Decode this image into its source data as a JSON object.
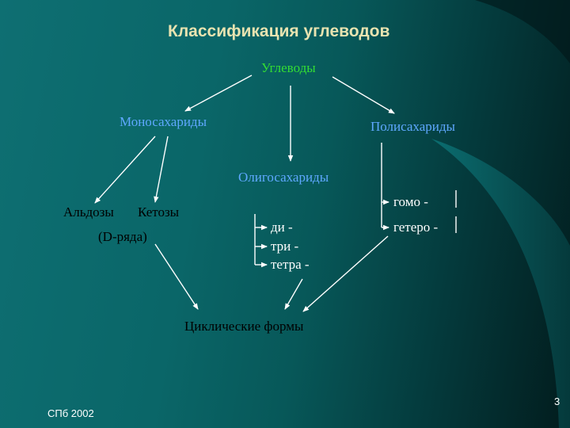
{
  "title": "Классификация углеводов",
  "nodes": {
    "carbohydrates": "Углеводы",
    "monosaccharides": "Моносахариды",
    "polysaccharides": "Полисахариды",
    "oligosaccharides": "Олигосахариды",
    "aldoses": "Альдозы",
    "ketoses": "Кетозы",
    "d_series": "(D-ряда)",
    "di": "ди -",
    "tri": "три -",
    "tetra": "тетра -",
    "homo": "гомо -",
    "hetero": "гетеро -",
    "cyclic_forms": "Циклические формы"
  },
  "footer": {
    "left": "СПб 2002",
    "page_number": "3"
  },
  "colors": {
    "node_green": "#33dd33",
    "node_blue": "#5fa8ff",
    "node_black": "#000000",
    "node_white": "#ffffff",
    "title": "#e8e3b0"
  }
}
